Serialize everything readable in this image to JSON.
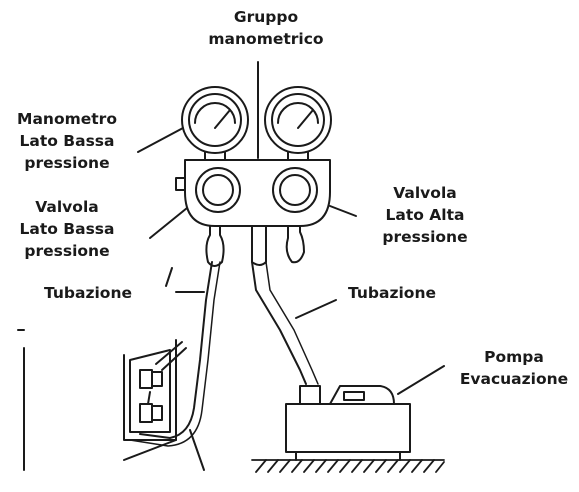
{
  "labels": {
    "gruppo": [
      "Gruppo",
      "manometrico"
    ],
    "manometro_bassa": [
      "Manometro",
      "Lato Bassa",
      "pressione"
    ],
    "valvola_bassa": [
      "Valvola",
      "Lato Bassa",
      "pressione"
    ],
    "valvola_alta": [
      "Valvola",
      "Lato Alta",
      "pressione"
    ],
    "tubazione_left": "Tubazione",
    "tubazione_right": "Tubazione",
    "pompa": [
      "Pompa",
      "Evacuazione"
    ]
  },
  "colors": {
    "line": "#1a1a1a",
    "text": "#1a1a1a",
    "background": "#ffffff"
  }
}
